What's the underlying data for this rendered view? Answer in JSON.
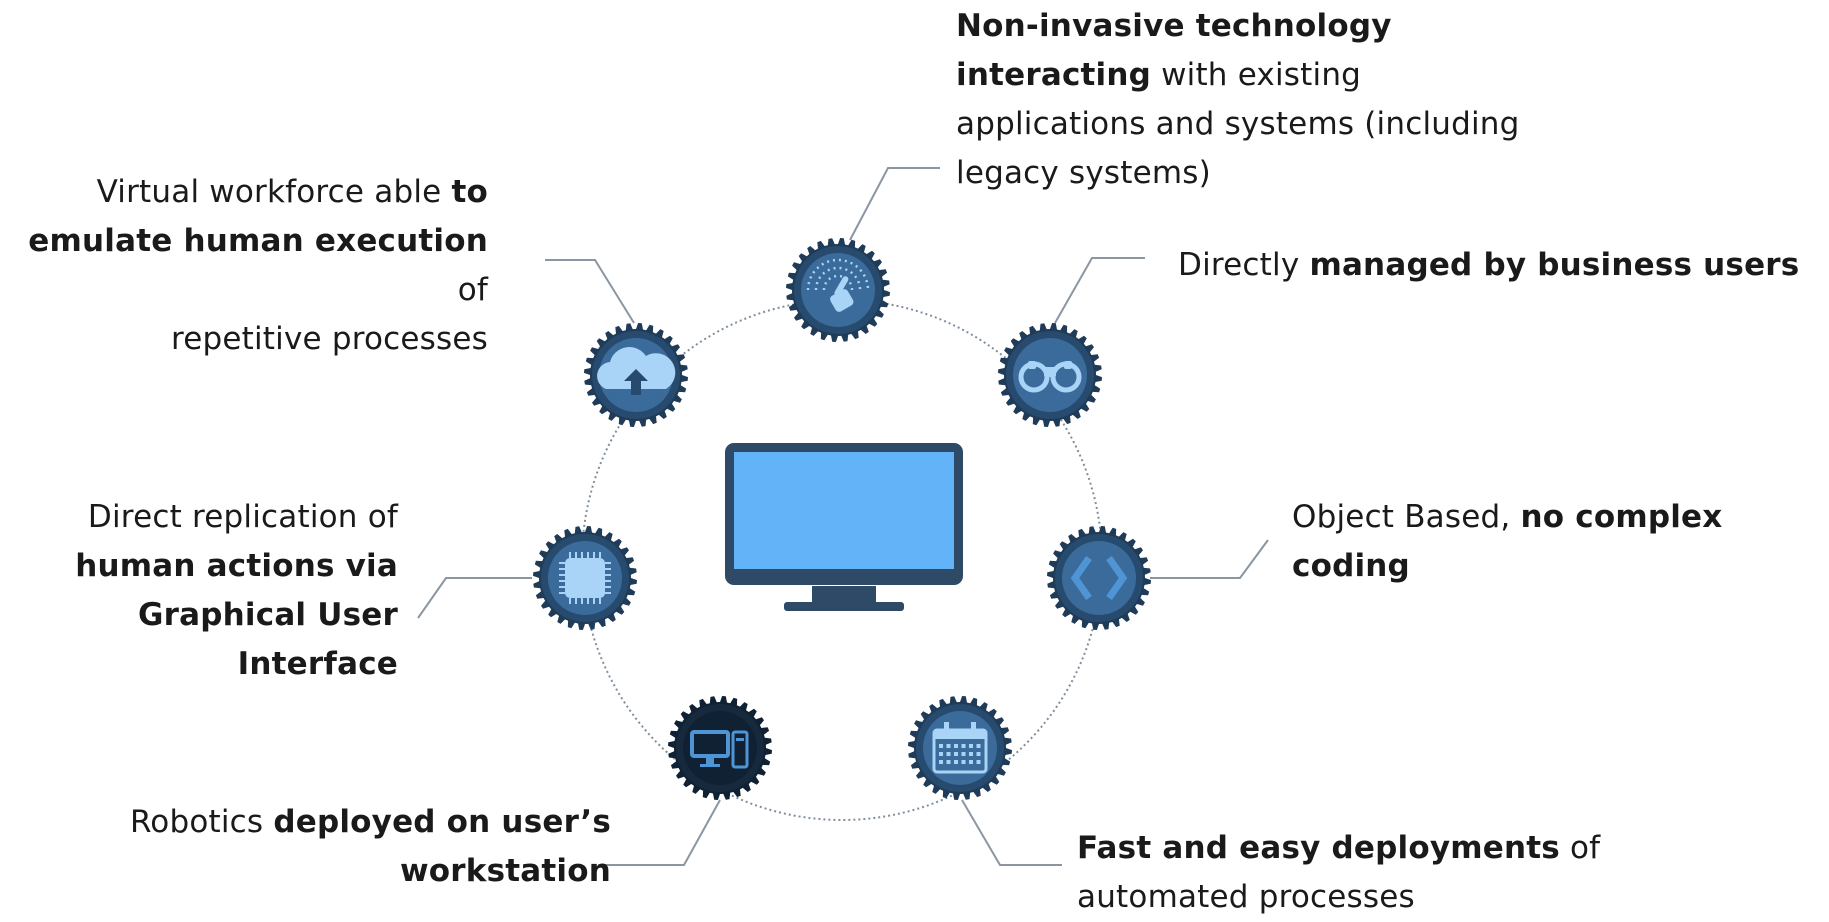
{
  "colors": {
    "gear_outer": "#1f3b57",
    "gear_dark": "#0f2133",
    "gear_ring": "#274b6e",
    "gear_face": "#3a6b9a",
    "icon_light": "#a9d3f7",
    "icon_blue": "#4f95d6",
    "ring_line": "#7f8f9e",
    "leader_line": "#8a96a2",
    "monitor_frame": "#2f4a66",
    "monitor_screen": "#62b3f7"
  },
  "features": [
    {
      "id": "non-invasive",
      "icon": "touch-icon",
      "lines": [
        [
          {
            "t": "Non-invasive technology",
            "b": true
          }
        ],
        [
          {
            "t": "interacting",
            "b": true
          },
          {
            "t": " with existing",
            "b": false
          }
        ],
        [
          {
            "t": "applications and systems (including",
            "b": false
          }
        ],
        [
          {
            "t": "legacy systems)",
            "b": false
          }
        ]
      ]
    },
    {
      "id": "business-users",
      "icon": "binoculars-icon",
      "lines": [
        [
          {
            "t": "Directly ",
            "b": false
          },
          {
            "t": "managed by business users",
            "b": true
          }
        ]
      ]
    },
    {
      "id": "object-based",
      "icon": "code-brackets-icon",
      "lines": [
        [
          {
            "t": "Object Based, ",
            "b": false
          },
          {
            "t": "no complex coding",
            "b": true
          }
        ]
      ]
    },
    {
      "id": "fast-deployments",
      "icon": "calendar-icon",
      "lines": [
        [
          {
            "t": "Fast and easy deployments",
            "b": true
          },
          {
            "t": " of",
            "b": false
          }
        ],
        [
          {
            "t": "automated processes",
            "b": false
          }
        ]
      ]
    },
    {
      "id": "user-workstation",
      "icon": "workstation-icon",
      "lines": [
        [
          {
            "t": "Robotics ",
            "b": false
          },
          {
            "t": "deployed on user’s",
            "b": true
          }
        ],
        [
          {
            "t": "workstation",
            "b": true
          }
        ]
      ]
    },
    {
      "id": "gui-replication",
      "icon": "chip-icon",
      "lines": [
        [
          {
            "t": "Direct replication of",
            "b": false
          }
        ],
        [
          {
            "t": "human actions via",
            "b": true
          }
        ],
        [
          {
            "t": "Graphical User Interface",
            "b": true
          }
        ]
      ]
    },
    {
      "id": "virtual-workforce",
      "icon": "cloud-upload-icon",
      "lines": [
        [
          {
            "t": "Virtual workforce able ",
            "b": false
          },
          {
            "t": "to",
            "b": true
          }
        ],
        [
          {
            "t": "emulate human execution",
            "b": true
          },
          {
            "t": " of",
            "b": false
          }
        ],
        [
          {
            "t": "repetitive processes",
            "b": false
          }
        ]
      ]
    }
  ],
  "center": {
    "icon": "monitor-icon"
  }
}
